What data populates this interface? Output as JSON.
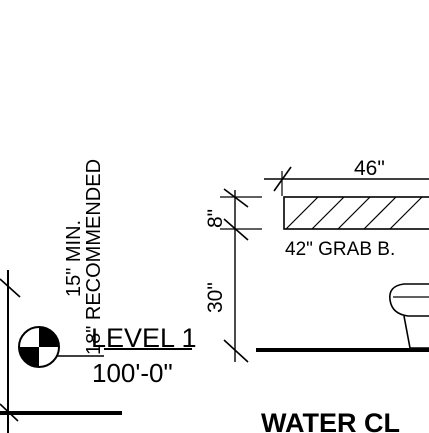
{
  "dimensions": {
    "width_46": "46\"",
    "height_8": "8\"",
    "height_30": "30\""
  },
  "notes": {
    "min_15": "15\" MIN.",
    "recommended_18": "18\" RECOMMENDED",
    "grab_bar": "42\" GRAB B.",
    "level_label": "LEVEL 1",
    "level_elevation": "100'-0\"",
    "section_title": "WATER CL"
  }
}
